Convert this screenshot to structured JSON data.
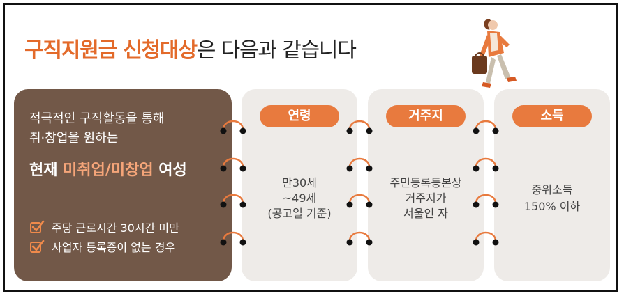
{
  "headline": {
    "highlight": "구직지원금 신청대상",
    "rest": "은 다음과 같습니다"
  },
  "target_panel": {
    "line1": "적극적인 구직활동을 통해",
    "line2": "취·창업을 원하는",
    "strong_prefix": "현재 ",
    "strong_accent": "미취업/미창업",
    "strong_suffix": " 여성",
    "checks": [
      "주당 근로시간 30시간 미만",
      "사업자 등록증이 없는 경우"
    ]
  },
  "criteria": [
    {
      "title": "연령",
      "lines": [
        "만30세",
        "~49세",
        "(공고일 기준)"
      ]
    },
    {
      "title": "거주지",
      "lines": [
        "주민등록등본상",
        "거주지가",
        "서울인 자"
      ]
    },
    {
      "title": "소득",
      "lines": [
        "중위소득",
        "150% 이하"
      ]
    }
  ],
  "colors": {
    "accent": "#e36a2a",
    "pill": "#e87a3e",
    "dark_panel": "#725848",
    "light_panel": "#eeebe8"
  },
  "icons": [
    "check-icon",
    "binder-ring-icon",
    "woman-with-bag-illustration"
  ]
}
